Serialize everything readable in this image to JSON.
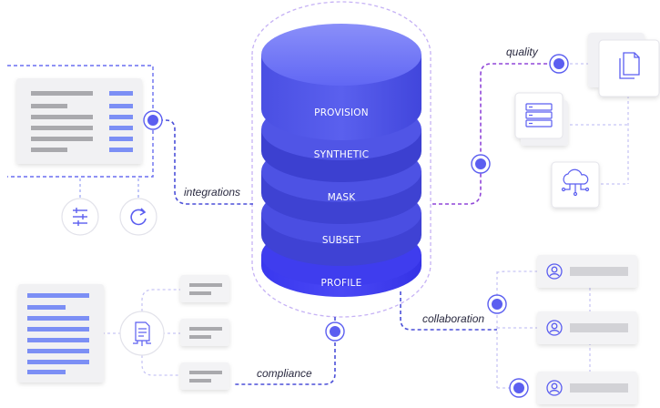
{
  "labels": {
    "integrations": "integrations",
    "quality": "quality",
    "collaboration": "collaboration",
    "compliance": "compliance"
  },
  "database": {
    "layers": [
      "PROVISION",
      "SYNTHETIC",
      "MASK",
      "SUBSET",
      "PROFILE"
    ]
  },
  "icons": {
    "integrations": [
      "sliders-icon",
      "refresh-icon"
    ],
    "quality": [
      "document-copy-icon",
      "server-icon",
      "cloud-network-icon"
    ],
    "collaboration": [
      "user-icon",
      "user-icon",
      "user-icon"
    ],
    "compliance": [
      "document-network-icon"
    ]
  },
  "colors": {
    "accent": "#5b5ef0",
    "dashed_purple": "#a58af0",
    "dashed_light": "#c8c5f5",
    "db_top": "#6d73f7",
    "db_dark": "#3b3fd6",
    "db_light": "#5156ea",
    "db_bottom": "#3f3ff2"
  }
}
